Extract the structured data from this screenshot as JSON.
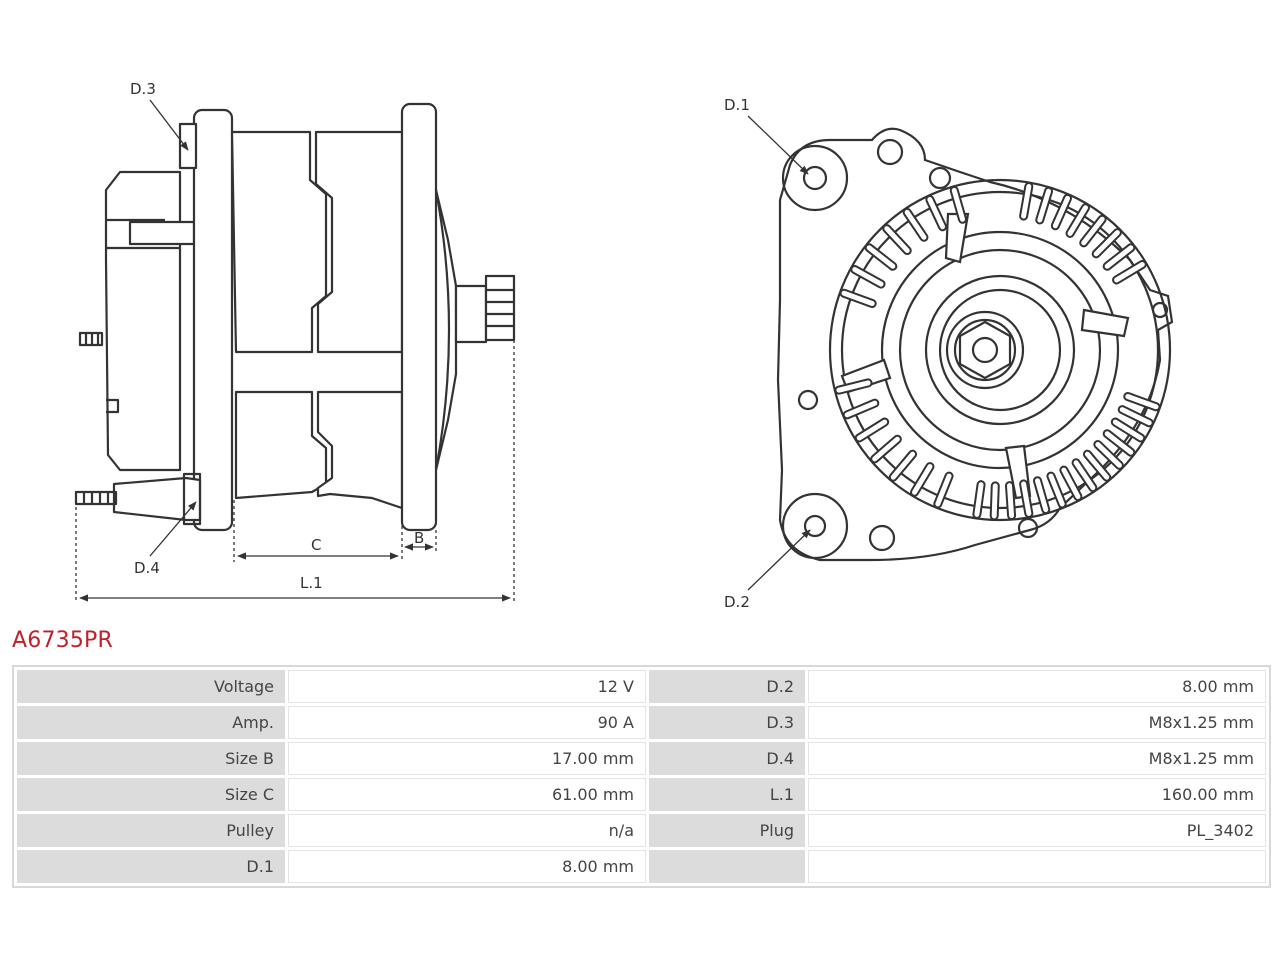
{
  "product": {
    "code": "A6735PR",
    "code_color": "#c0202a"
  },
  "drawing": {
    "labels": {
      "d1": "D.1",
      "d2": "D.2",
      "d3": "D.3",
      "d4": "D.4",
      "c": "C",
      "b": "B",
      "l1": "L.1"
    },
    "line_color": "#333333"
  },
  "specs": {
    "rows": [
      {
        "k1": "Voltage",
        "v1": "12 V",
        "k2": "D.2",
        "v2": "8.00 mm"
      },
      {
        "k1": "Amp.",
        "v1": "90 A",
        "k2": "D.3",
        "v2": "M8x1.25 mm"
      },
      {
        "k1": "Size B",
        "v1": "17.00 mm",
        "k2": "D.4",
        "v2": "M8x1.25 mm"
      },
      {
        "k1": "Size C",
        "v1": "61.00 mm",
        "k2": "L.1",
        "v2": "160.00 mm"
      },
      {
        "k1": "Pulley",
        "v1": "n/a",
        "k2": "Plug",
        "v2": "PL_3402"
      },
      {
        "k1": "D.1",
        "v1": "8.00 mm",
        "k2": "",
        "v2": ""
      }
    ]
  }
}
